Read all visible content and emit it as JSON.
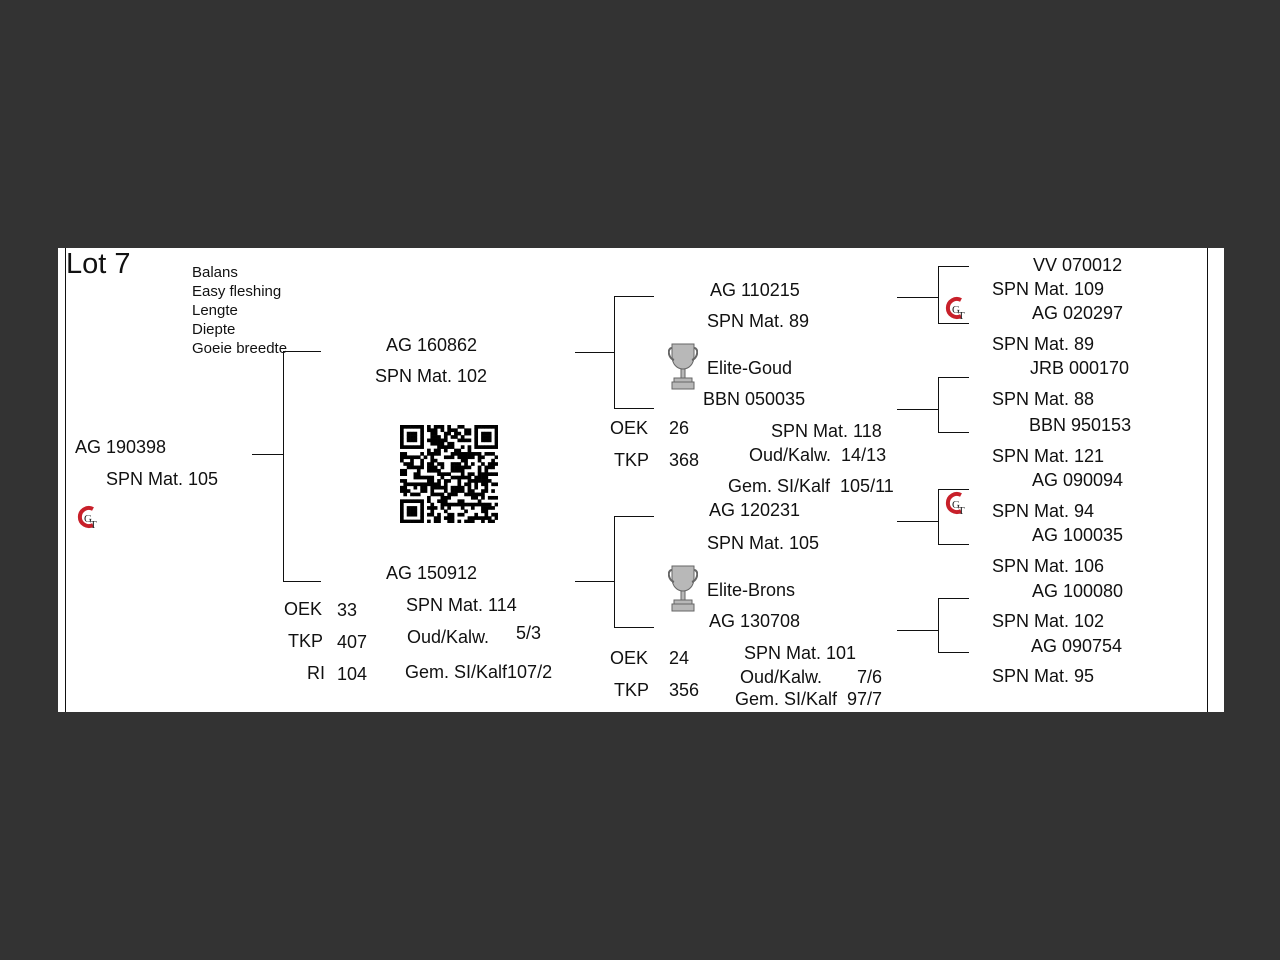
{
  "title": "Lot 7",
  "traits": [
    "Balans",
    "Easy fleshing",
    "Lengte",
    "Diepte",
    "Goeie breedte"
  ],
  "logo_text": "GT",
  "subject": {
    "id": "AG  190398",
    "spn": "SPN Mat. 105"
  },
  "sire": {
    "id": "AG  160862",
    "spn": "SPN Mat. 102"
  },
  "dam": {
    "id": "AG  150912",
    "spn": "SPN Mat. 114",
    "oek_label": "OEK",
    "oek": "33",
    "tkp_label": "TKP",
    "tkp": "407",
    "ri_label": "RI",
    "ri": "104",
    "oud_label": "Oud/Kalw.",
    "oud": "5/3",
    "gem": "Gem. SI/Kalf107/2"
  },
  "sire_sire": {
    "id": "AG  110215",
    "spn": "SPN Mat. 89"
  },
  "sire_dam": {
    "award": "Elite-Goud",
    "id": "BBN 050035",
    "oek_label": "OEK",
    "oek": "26",
    "tkp_label": "TKP",
    "tkp": "368",
    "spn": "SPN Mat. 118",
    "oud": "Oud/Kalw.  14/13",
    "gem": "Gem. SI/Kalf  105/11"
  },
  "dam_sire": {
    "id": "AG  120231",
    "spn": "SPN Mat. 105"
  },
  "dam_dam": {
    "award": "Elite-Brons",
    "id": "AG  130708",
    "oek_label": "OEK",
    "oek": "24",
    "tkp_label": "TKP",
    "tkp": "356",
    "spn": "SPN Mat. 101",
    "oud_label": "Oud/Kalw.",
    "oud": "7/6",
    "gem": "Gem. SI/Kalf  97/7"
  },
  "gen3": [
    {
      "id": "VV  070012",
      "spn": "SPN Mat. 109"
    },
    {
      "id": "AG  020297",
      "spn": "SPN Mat. 89"
    },
    {
      "id": "JRB 000170",
      "spn": "SPN Mat. 88"
    },
    {
      "id": "BBN 950153",
      "spn": "SPN Mat. 121"
    },
    {
      "id": "AG  090094",
      "spn": "SPN Mat. 94"
    },
    {
      "id": "AG  100035",
      "spn": "SPN Mat. 106"
    },
    {
      "id": "AG  100080",
      "spn": "SPN Mat. 102"
    },
    {
      "id": "AG  090754",
      "spn": "SPN Mat. 95"
    }
  ],
  "colors": {
    "background": "#333333",
    "sheet": "#ffffff",
    "logo_red": "#c8202a",
    "trophy": "#b8b8b8"
  }
}
